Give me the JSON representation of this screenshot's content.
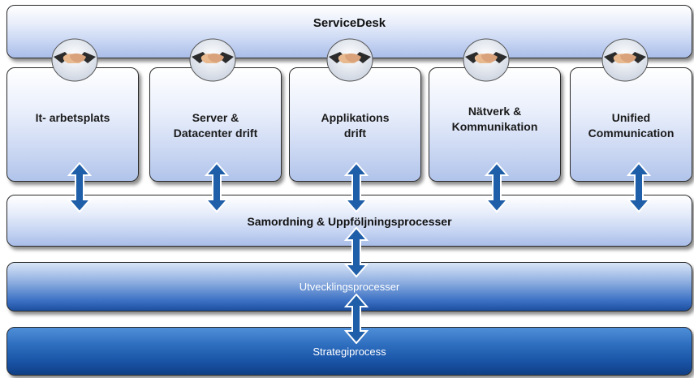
{
  "top_bar": {
    "label": "ServiceDesk"
  },
  "departments": [
    {
      "label": "It- arbetsplats"
    },
    {
      "label": "Server &\nDatacenter drift"
    },
    {
      "label": "Applikations\ndrift"
    },
    {
      "label": "Nätverk &\nKommunikation"
    },
    {
      "label": "Unified\nCommunication"
    }
  ],
  "layers": [
    {
      "label": "Samordning & Uppföljningsprocesser"
    },
    {
      "label": "Utvecklingsprocesser"
    },
    {
      "label": "Strategiprocess"
    }
  ],
  "colors": {
    "arrow": "#1f5ea8",
    "light_bar": "#c7d5f3",
    "mid_bar": "#3d72c5",
    "dark_bar": "#1a55a8"
  },
  "icons": [
    "handshake-icon",
    "double-arrow-icon"
  ]
}
